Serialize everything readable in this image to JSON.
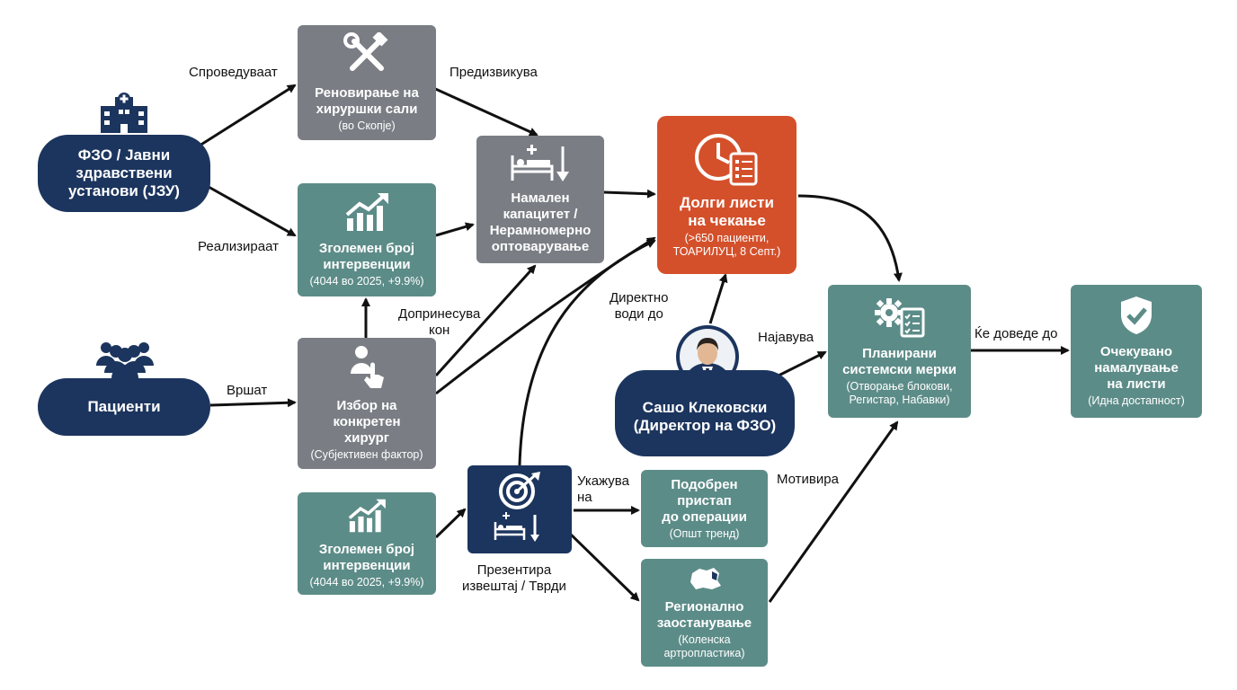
{
  "colors": {
    "navy": "#1c355e",
    "gray": "#7a7e84",
    "teal": "#5c8c88",
    "orange": "#d4502b",
    "arrow": "#111111"
  },
  "nodes": {
    "fzo": {
      "title": "ФЗО / Јавни\nздравствени\nустанови (ЈЗУ)",
      "icon": "hospital-icon"
    },
    "patients": {
      "title": "Пациенти",
      "icon": "people-group-icon"
    },
    "renovation": {
      "title": "Реновирање на\nхируршки сали",
      "subtitle": "(во Скопје)",
      "icon": "tools-icon"
    },
    "increased1": {
      "title": "Зголемен број\nинтервенции",
      "subtitle": "(4044 во 2025, +9.9%)",
      "icon": "growth-chart-icon"
    },
    "reduced_capacity": {
      "title": "Намален\nкапацитет /\nНерамномерно\nоптоварување",
      "icon": "bed-down-icon"
    },
    "choice_surgeon": {
      "title": "Избор на\nконкретен\nхирург",
      "subtitle": "(Субјективен фактор)",
      "icon": "person-pointer-icon"
    },
    "increased2": {
      "title": "Зголемен број\nинтервенции",
      "subtitle": "(4044 во 2025, +9.9%)",
      "icon": "growth-chart-icon"
    },
    "report": {
      "icon": "target-bed-icon"
    },
    "long_lists": {
      "title": "Долги листи\nна чекање",
      "subtitle": "(>650 пациенти,\nТОАРИЛУЦ, 8 Септ.)",
      "icon": "clock-list-icon"
    },
    "director": {
      "title": "Сашо Клековски\n(Директор на ФЗО)",
      "icon": "director-avatar-icon"
    },
    "improved_access": {
      "title": "Подобрен\nпристап\nдо операции",
      "subtitle": "(Општ тренд)"
    },
    "regional_lag": {
      "title": "Регионално\nзаостанување",
      "subtitle": "(Коленска\nартропластика)",
      "icon": "region-map-icon"
    },
    "planned_measures": {
      "title": "Планирани\nсистемски мерки",
      "subtitle": "(Отворање блокови,\nРегистар, Набавки)",
      "icon": "gear-checklist-icon"
    },
    "expected_reduction": {
      "title": "Очекувано\nнамалување\nна листи",
      "subtitle": "(Идна достапност)",
      "icon": "shield-check-icon"
    }
  },
  "edge_labels": {
    "implement": "Спроведуваат",
    "cause": "Предизвикува",
    "realize": "Реализираат",
    "do": "Вршат",
    "contributes": "Допринесува\nкон",
    "directly_leads": "Директно\nводи до",
    "indicates": "Укажува\nна",
    "presents": "Презентира\nизвештај / Тврди",
    "announces": "Најавува",
    "motivates": "Мотивира",
    "will_lead": "Ќе доведе до"
  }
}
